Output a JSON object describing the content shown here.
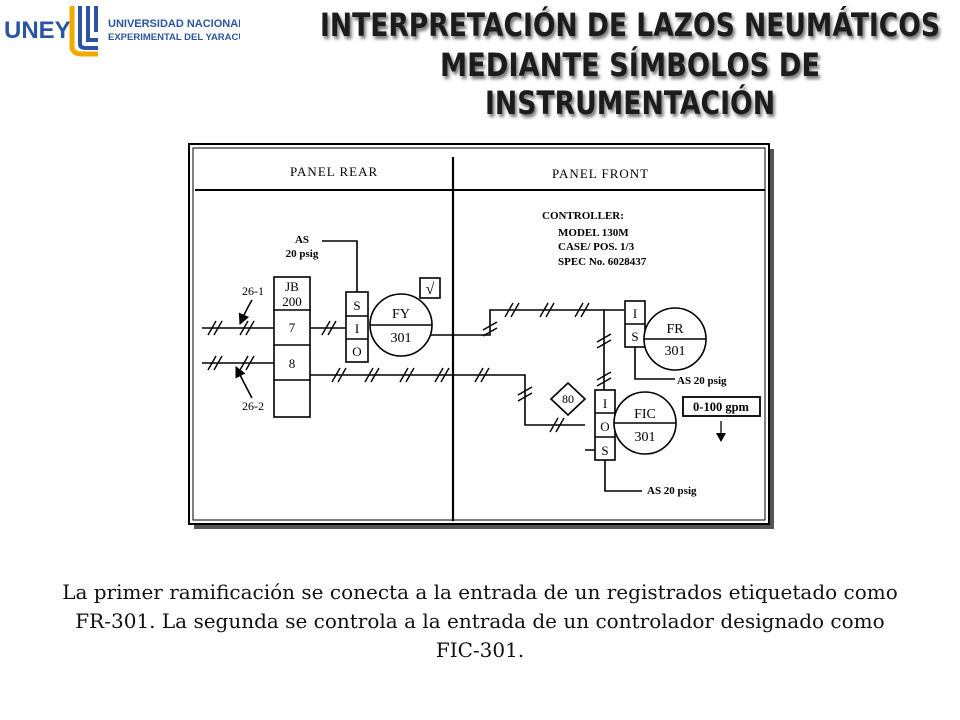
{
  "logo": {
    "acronym": "UNEY",
    "line1": "UNIVERSIDAD NACIONAL",
    "line2": "EXPERIMENTAL DEL YARACUY",
    "colors": {
      "blue": "#2a55a3",
      "gold": "#f2a900"
    }
  },
  "title": {
    "lines": [
      "INTERPRETACIÓN DE LAZOS NEUMÁTICOS",
      "MEDIANTE SÍMBOLOS DE",
      "INSTRUMENTACIÓN"
    ]
  },
  "diagram": {
    "panel_rear": "PANEL REAR",
    "panel_front": "PANEL FRONT",
    "controller": {
      "heading": "CONTROLLER:",
      "model": "MODEL 130M",
      "case": "CASE/ POS. 1/3",
      "spec": "SPEC No. 6028437"
    },
    "air_supply_fy": [
      "AS",
      "20 psig"
    ],
    "air_supply_fr": "AS 20 psig",
    "air_supply_fic": "AS 20 psig",
    "line_26_1": "26-1",
    "line_26_2": "26-2",
    "junction_box": {
      "tag": [
        "JB",
        "200"
      ],
      "terminals": [
        "7",
        "8"
      ]
    },
    "fy": {
      "func": "FY",
      "loop": "301",
      "ports": [
        "S",
        "I",
        "O"
      ],
      "computation": "√"
    },
    "fr": {
      "func": "FR",
      "loop": "301",
      "ports": [
        "I",
        "S"
      ]
    },
    "fic": {
      "func": "FIC",
      "loop": "301",
      "ports": [
        "I",
        "O",
        "S"
      ]
    },
    "diamond_tag": "80",
    "range_box": "0-100 gpm"
  },
  "caption": {
    "lines": [
      "La primer ramificación se conecta a la entrada de un registrados etiquetado como",
      "FR-301. La segunda se controla a la entrada de un controlador designado como",
      "FIC-301."
    ]
  }
}
